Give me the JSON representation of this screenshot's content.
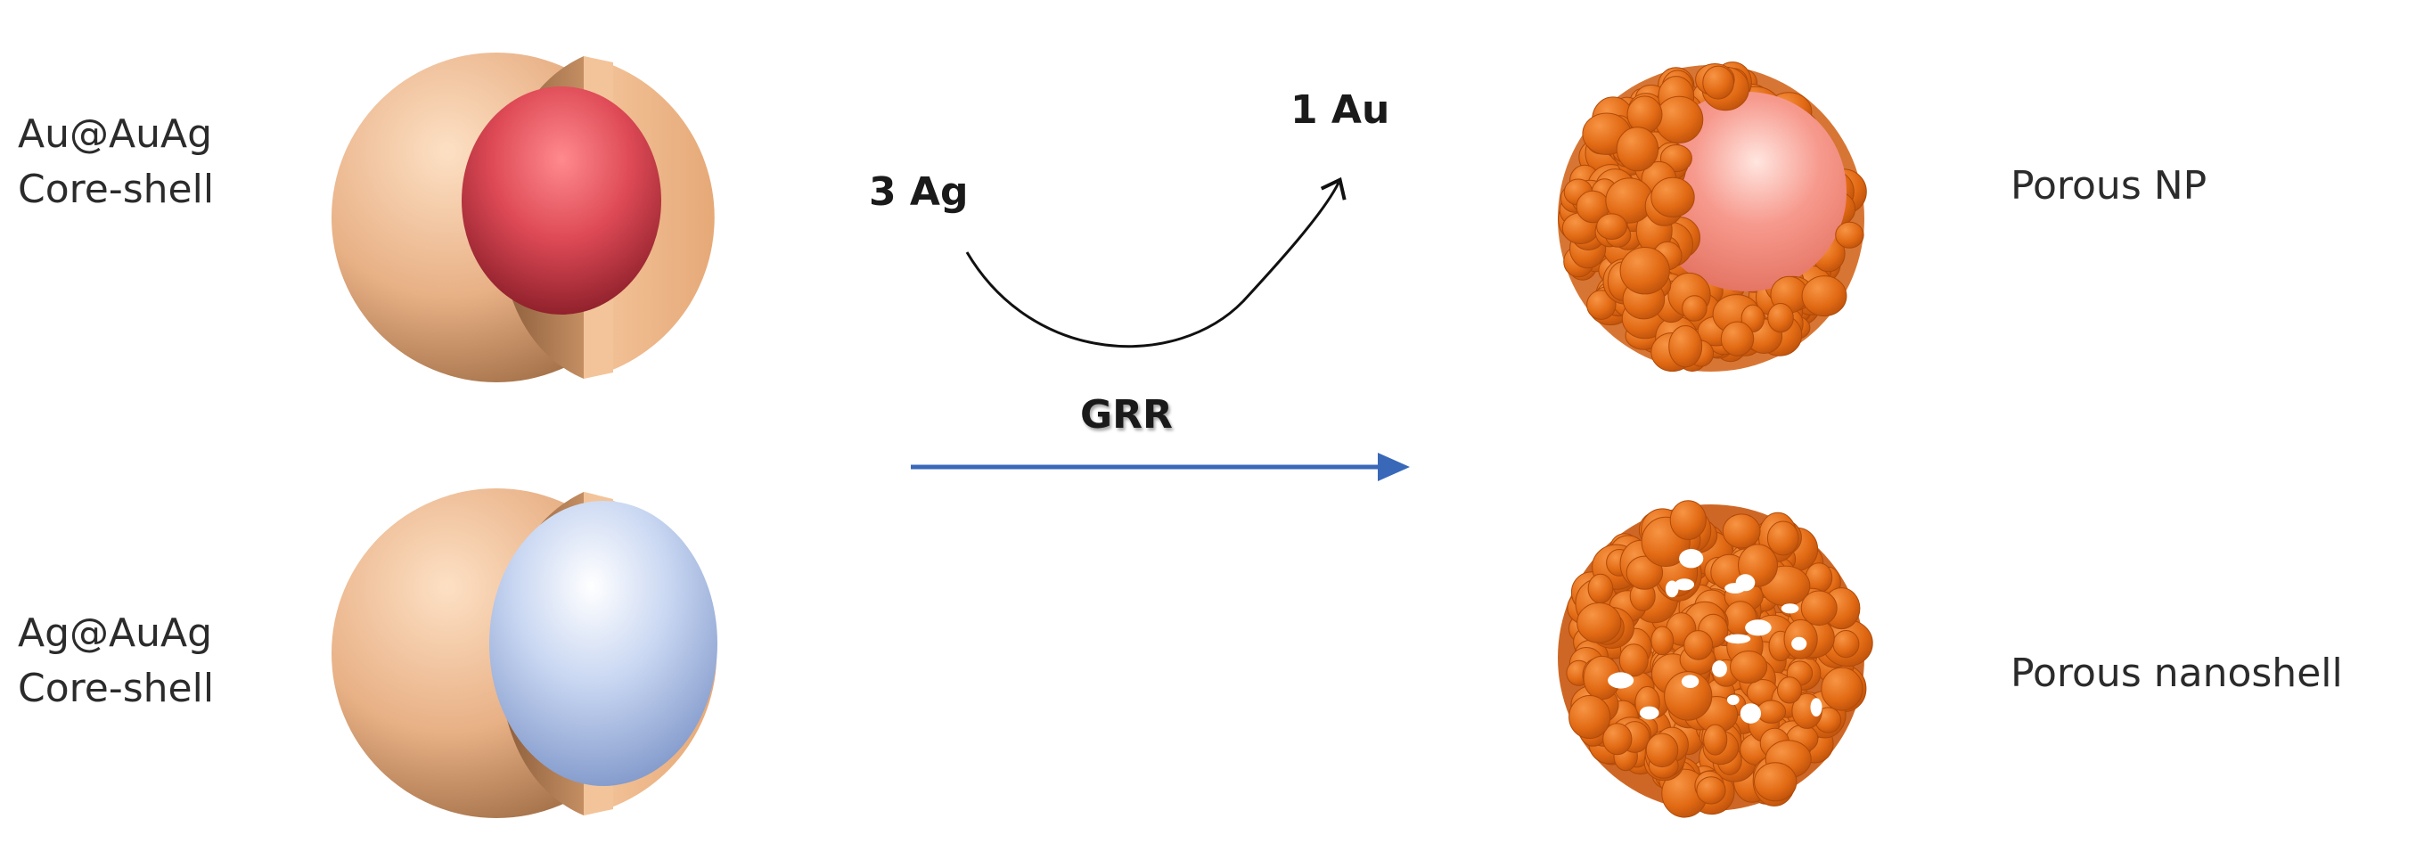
{
  "particles": {
    "au_core": {
      "line1": "Au@AuAg",
      "line2": "Core-shell"
    },
    "ag_core": {
      "line1": "Ag@AuAg",
      "line2": "Core-shell"
    }
  },
  "products": {
    "porous_np": "Porous NP",
    "porous_nanoshell": "Porous nanoshell"
  },
  "reaction": {
    "reactant": "3 Ag",
    "product": "1 Au",
    "arrow_label": "GRR"
  },
  "colors": {
    "shell": "#e8a878",
    "au_core": "#d63b4a",
    "ag_core": "#a9bfe6",
    "porous": "#e46a14",
    "inner_sphere": "#f48a80",
    "arrow": "#3a68b8"
  }
}
